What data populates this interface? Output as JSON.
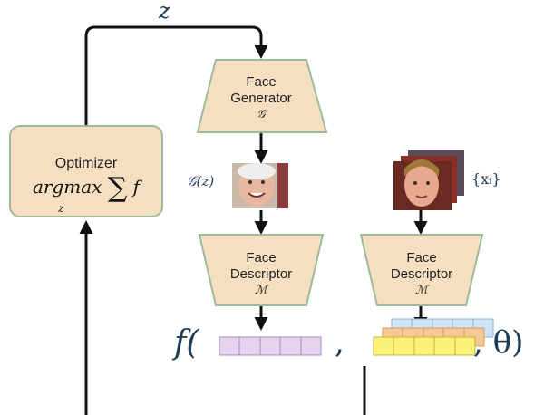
{
  "optimizer": {
    "label": "Optimizer",
    "formula_main": "argmax",
    "formula_sum": "∑",
    "formula_f": "f",
    "formula_sub": "z"
  },
  "generator": {
    "line1": "Face",
    "line2": "Generator",
    "symbol": "𝒢"
  },
  "descriptor_left": {
    "line1": "Face",
    "line2": "Descriptor",
    "symbol": "ℳ"
  },
  "descriptor_right": {
    "line1": "Face",
    "line2": "Descriptor",
    "symbol": "ℳ"
  },
  "labels": {
    "z_top": "z",
    "gz": "𝒢(z)",
    "xi": "{xᵢ}",
    "f_open": "f(",
    "comma": ",",
    "theta_close": ", θ)"
  },
  "colors": {
    "box_fill": "#f6dfc0",
    "box_border": "#9dbb9b",
    "embed_purple": "#e4d4ee",
    "embed_blue": "#cfe4f7",
    "embed_orange": "#f6c896",
    "embed_yellow": "#fbf07a"
  }
}
